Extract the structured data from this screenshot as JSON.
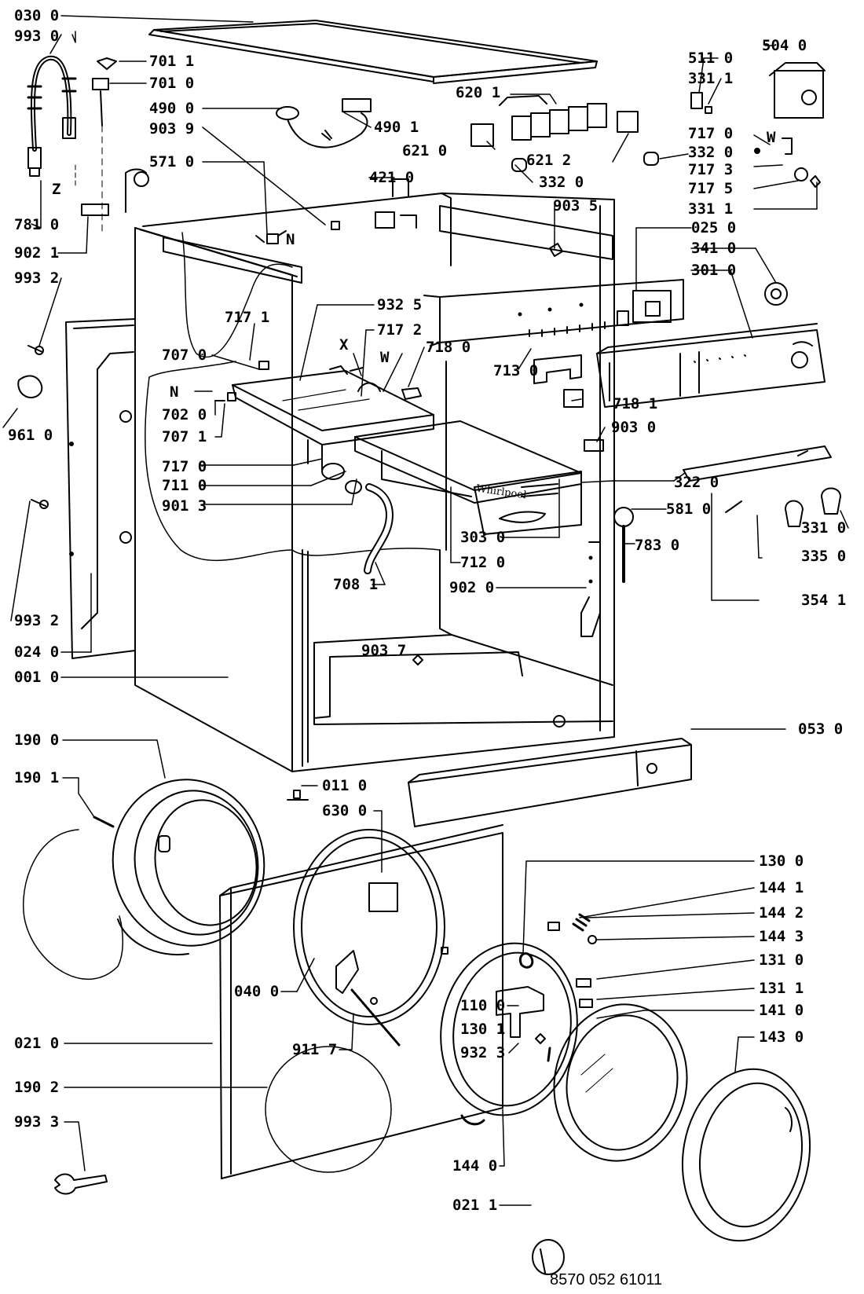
{
  "labels": {
    "p030_0": "030 0",
    "p993_0": "993 0",
    "p701_1": "701 1",
    "p701_0": "701 0",
    "p490_0": "490 0",
    "p903_9": "903 9",
    "p571_0": "571 0",
    "p490_1": "490 1",
    "p620_1": "620 1",
    "p621_0": "621 0",
    "p621_2": "621 2",
    "p421_0": "421 0",
    "p332_0a": "332 0",
    "p332_0b": "332 0",
    "p511_0": "511 0",
    "p504_0": "504 0",
    "p331_1a": "331 1",
    "p717_0a": "717 0",
    "p717_3": "717 3",
    "p717_5": "717 5",
    "p331_1b": "331 1",
    "p903_5": "903 5",
    "p025_0": "025 0",
    "p341_0": "341 0",
    "p301_0": "301 0",
    "p781_0": "781 0",
    "p902_1": "902 1",
    "p993_2a": "993 2",
    "p932_5": "932 5",
    "p717_1": "717 1",
    "p717_2": "717 2",
    "p707_0": "707 0",
    "p718_0": "718 0",
    "p713_0": "713 0",
    "p702_0": "702 0",
    "p707_1": "707 1",
    "p718_1": "718 1",
    "p961_0": "961 0",
    "p903_0": "903 0",
    "p717_0b": "717 0",
    "p711_0": "711 0",
    "p901_3": "901 3",
    "p322_0": "322 0",
    "p581_0": "581 0",
    "p303_0": "303 0",
    "p331_0": "331 0",
    "p712_0": "712 0",
    "p783_0": "783 0",
    "p335_0": "335 0",
    "p708_1": "708 1",
    "p902_0": "902 0",
    "p354_1": "354 1",
    "p993_2b": "993 2",
    "p024_0": "024 0",
    "p903_7": "903 7",
    "p001_0": "001 0",
    "p053_0": "053 0",
    "p190_0": "190 0",
    "p190_1": "190 1",
    "p011_0": "011 0",
    "p630_0": "630 0",
    "p130_0": "130 0",
    "p144_1": "144 1",
    "p144_2": "144 2",
    "p144_3": "144 3",
    "p131_0": "131 0",
    "p131_1": "131 1",
    "p141_0": "141 0",
    "p040_0": "040 0",
    "p110_0": "110 0",
    "p130_1": "130 1",
    "p143_0": "143 0",
    "p021_0": "021 0",
    "p911_7": "911 7",
    "p932_3": "932 3",
    "p190_2": "190 2",
    "p993_3": "993 3",
    "p144_0": "144 0",
    "p021_1": "021 1",
    "lZ": "Z",
    "lN1": "N",
    "lW1": "W",
    "lX": "X",
    "lW2": "W",
    "lN2": "N"
  },
  "brand": "Whirlpool",
  "footer": {
    "code": "8570 052 61011"
  }
}
